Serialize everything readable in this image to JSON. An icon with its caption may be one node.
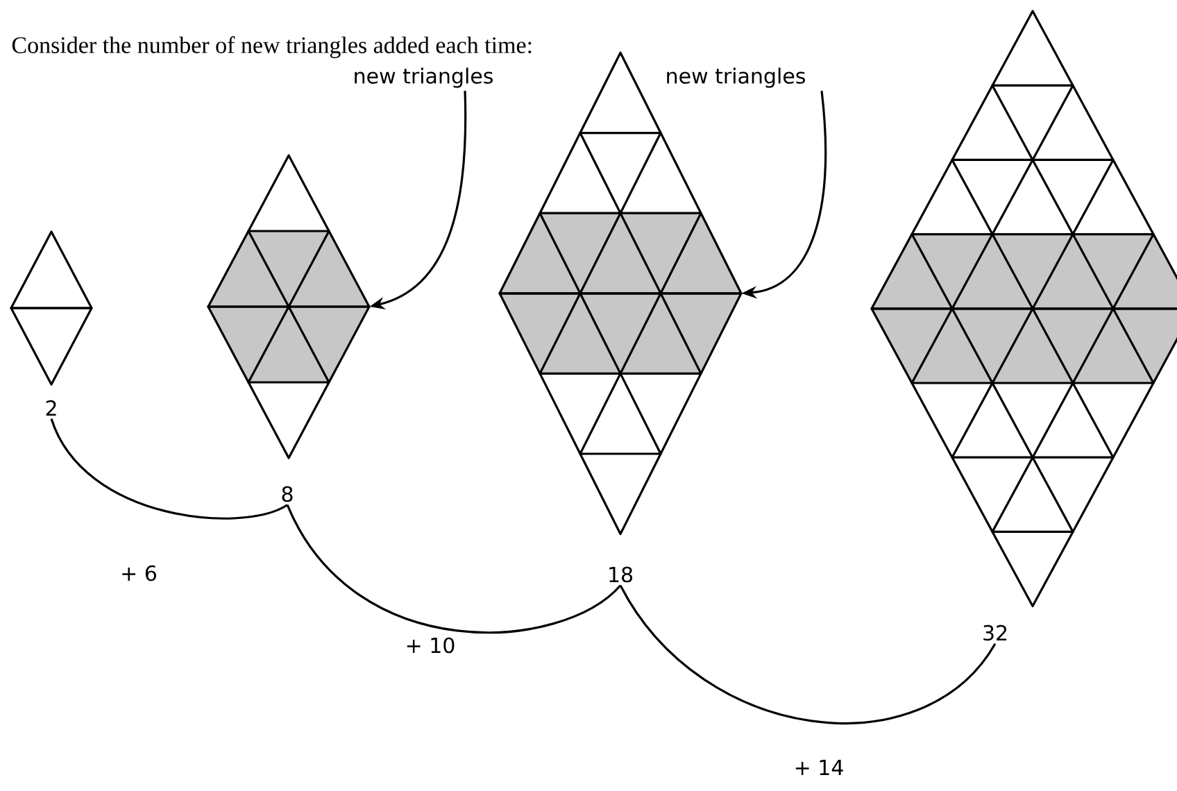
{
  "diagram": {
    "title": "Consider the number of new triangles added each time:",
    "nodes": [
      {
        "text": [
          "new triangles"
        ]
      },
      {
        "text": [
          "new triangles"
        ]
      },
      {
        "text": [],
        "shape": "diamond"
      },
      {
        "text": [],
        "shape": "diamond"
      },
      {
        "text": [],
        "shape": "diamond"
      },
      {
        "text": [],
        "shape": "diamond"
      },
      {
        "text": [
          "2"
        ]
      },
      {
        "text": [
          "8"
        ]
      },
      {
        "text": [
          "18"
        ]
      },
      {
        "text": [
          "32"
        ]
      }
    ],
    "edges": [
      {
        "from": 0,
        "to": 3,
        "arrow": "to"
      },
      {
        "from": 1,
        "to": 4,
        "arrow": "to"
      },
      {
        "from": 6,
        "to": 7,
        "arrow": "none",
        "label": "+ 6"
      },
      {
        "from": 7,
        "to": 8,
        "arrow": "none",
        "label": "+ 10"
      },
      {
        "from": 8,
        "to": 9,
        "arrow": "none",
        "label": "+ 14"
      }
    ]
  }
}
